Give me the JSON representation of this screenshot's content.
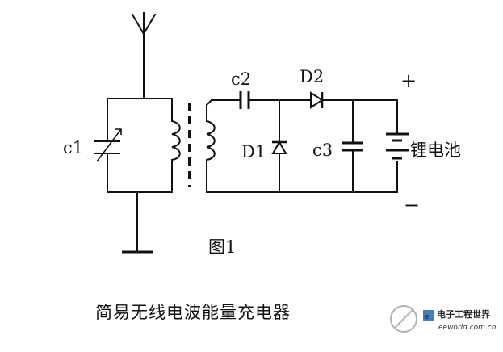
{
  "labels": {
    "c1": "c1",
    "c2": "c2",
    "c3": "c3",
    "d1": "D1",
    "d2": "D2",
    "battery": "锂电池",
    "plus": "+",
    "minus": "−"
  },
  "figure_label": "图1",
  "caption": "简易无线电波能量充电器",
  "watermark": {
    "cn": "电子工程世界",
    "site": "eeworld.com.cn"
  }
}
